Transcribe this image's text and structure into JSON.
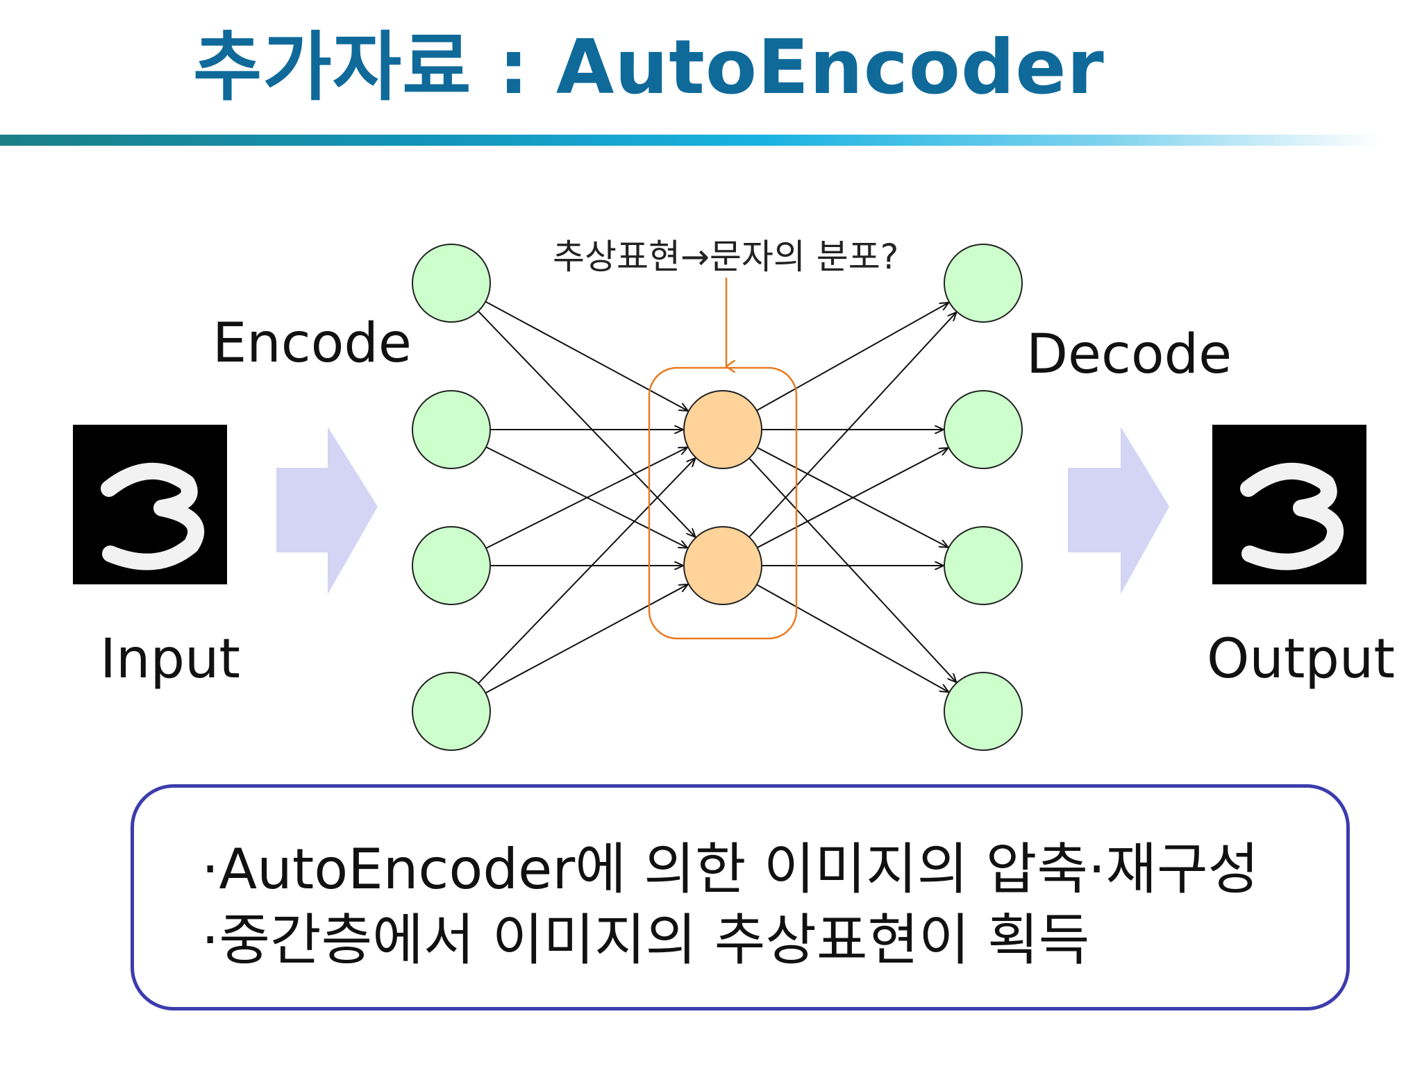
{
  "title": "추가자료 : AutoEncoder",
  "diagram": {
    "encode_label": "Encode",
    "decode_label": "Decode",
    "input_label": "Input",
    "output_label": "Output",
    "latent_note": "추상표현→문자의 분포?",
    "input_image_digit": "3",
    "output_image_digit": "3",
    "layers": [
      4,
      2,
      4
    ],
    "colors": {
      "outer_nodes": "#ccffcc",
      "latent_nodes": "#ffd39a",
      "latent_box": "#e87a20",
      "arrow_fill": "#d4d4f5",
      "title": "#0f6a9a",
      "desc_border": "#3c3cae"
    }
  },
  "description": {
    "line1": "·AutoEncoder에 의한 이미지의 압축·재구성",
    "line2": "·중간층에서 이미지의 추상표현이 획득"
  }
}
